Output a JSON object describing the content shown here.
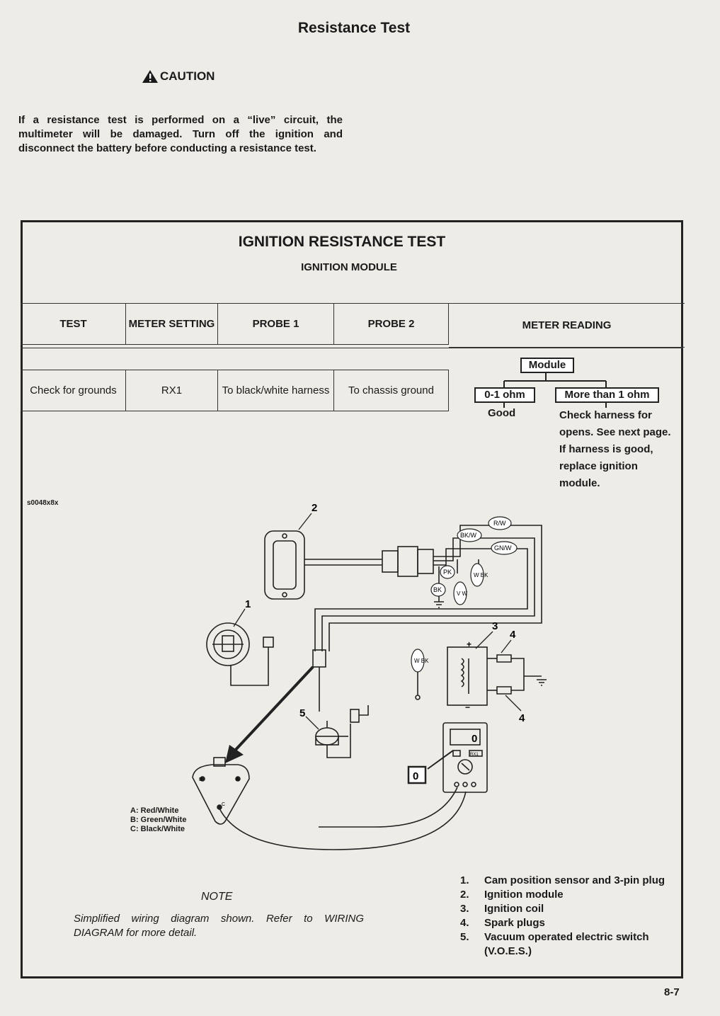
{
  "page": {
    "title": "Resistance Test",
    "number": "8-7"
  },
  "caution": {
    "heading": "CAUTION",
    "text": "If a resistance test is performed on a “live” circuit, the multimeter will be damaged. Turn off the ignition and disconnect the battery before conducting a resistance test."
  },
  "box": {
    "title": "IGNITION RESISTANCE TEST",
    "subtitle": "IGNITION MODULE",
    "table": {
      "headers": [
        "TEST",
        "METER SETTING",
        "PROBE 1",
        "PROBE 2",
        "METER READING"
      ],
      "row": [
        "Check for grounds",
        "RX1",
        "To black/white harness",
        "To chassis ground"
      ]
    },
    "reading": {
      "module_label": "Module",
      "low_label": "0-1 ohm",
      "high_label": "More than 1 ohm",
      "low_result": "Good",
      "high_result": "Check harness for opens. See next page. If harness is good, replace ignition module."
    },
    "figure": {
      "code": "s0048x8x",
      "callouts": [
        "1",
        "2",
        "3",
        "4",
        "4",
        "5"
      ],
      "meter_display": "0",
      "meter_callout": "0",
      "meter_range": "RX1",
      "wire_tags": [
        "R/W",
        "BK/W",
        "GN/W",
        "PK",
        "W BK",
        "BK",
        "V W",
        "W BK"
      ],
      "plug_legend": [
        "A: Red/White",
        "B: Green/White",
        "C: Black/White"
      ],
      "plug_letters": [
        "A",
        "B",
        "C"
      ],
      "coil_plus": "+",
      "coil_minus": "−"
    },
    "note": {
      "title": "NOTE",
      "text": "Simplified wiring diagram shown. Refer to WIRING DIAGRAM for more detail."
    },
    "legend": [
      {
        "num": "1.",
        "text": "Cam position sensor and 3-pin plug"
      },
      {
        "num": "2.",
        "text": "Ignition module"
      },
      {
        "num": "3.",
        "text": "Ignition coil"
      },
      {
        "num": "4.",
        "text": "Spark plugs"
      },
      {
        "num": "5.",
        "text": "Vacuum operated electric switch (V.O.E.S.)"
      }
    ]
  }
}
